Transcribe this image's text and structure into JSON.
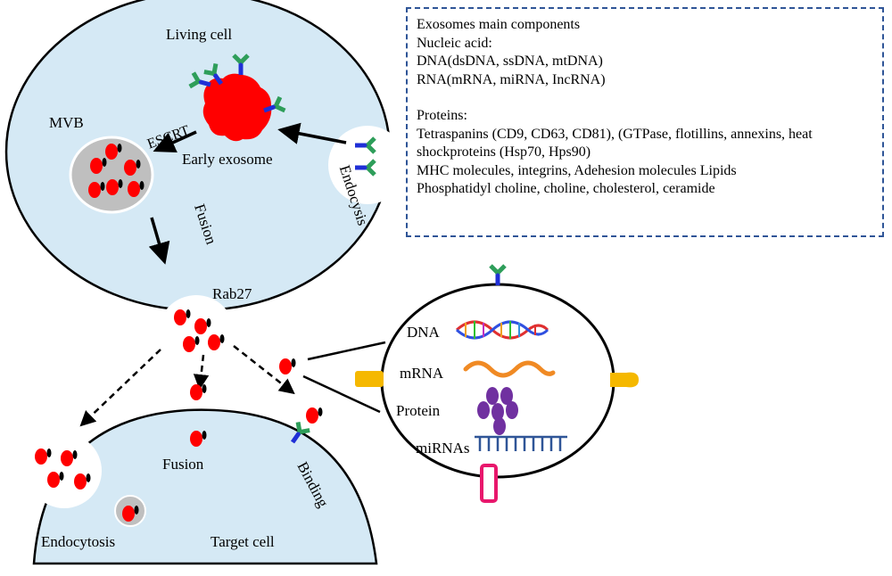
{
  "diagram": {
    "living_cell_label": "Living cell",
    "mvb_label": "MVB",
    "escrt_label": "ESCRT",
    "early_exosome_label": "Early exosome",
    "endocysis_label": "Endocysis",
    "fusion_top_label": "Fusion",
    "rab27_label": "Rab27",
    "target_cell_label": "Target cell",
    "fusion_bottom_label": "Fusion",
    "binding_label": "Binding",
    "endocytosis_label": "Endocytosis",
    "exosome_contents": {
      "dna_label": "DNA",
      "mrna_label": "mRNA",
      "protein_label": "Protein",
      "mirnas_label": "miRNAs"
    },
    "colors": {
      "cell_fill": "#d5e9f5",
      "exosome_red": "#ff0000",
      "receptor_green": "#2e9e5a",
      "receptor_blue": "#1f2fd6",
      "mrna_orange": "#f08a24",
      "protein_purple": "#7030a0",
      "mirna_blue": "#2f5597",
      "tab_yellow": "#f5b800",
      "tab_pink": "#e8176c"
    }
  },
  "components_box": {
    "title": "Exosomes main  components",
    "nucleic_heading": "Nucleic acid:",
    "dna_line": "DNA(dsDNA,  ssDNA,  mtDNA)",
    "rna_line": "RNA(mRNA,  miRNA,  IncRNA)",
    "proteins_heading": "Proteins:",
    "tetraspanins_line": "Tetraspanins (CD9,  CD63,  CD81),  (GTPase, flotillins,  annexins,  heat shockproteins (Hsp70,  Hps90)",
    "mhc_line": "MHC molecules,  integrins,  Adehesion molecules Lipids",
    "lipids_line": "Phosphatidyl choline,  choline,  cholesterol,  ceramide"
  }
}
